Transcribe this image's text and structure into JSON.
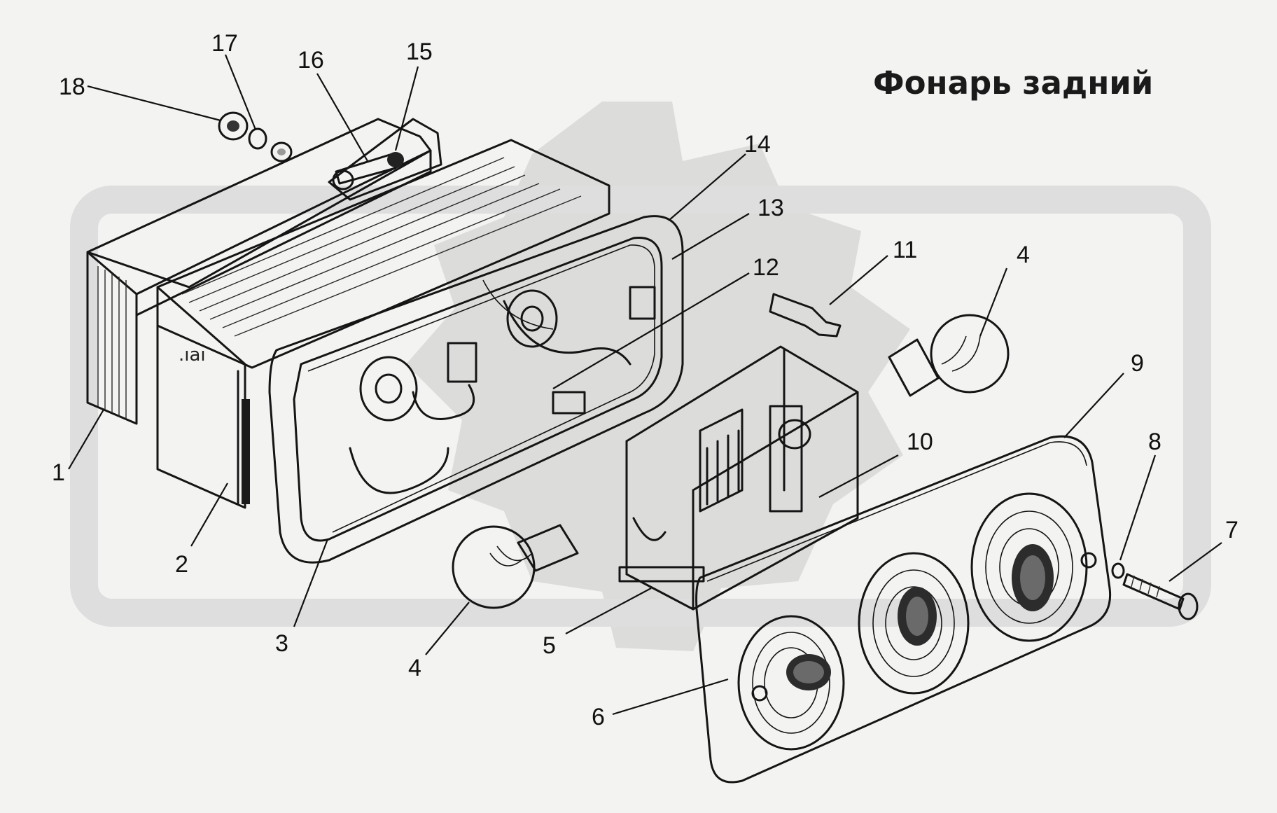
{
  "title": "Фонарь задний",
  "watermark_color": "#d9d9d7",
  "ink_color": "#151515",
  "callouts": [
    {
      "id": "1",
      "label": "1",
      "part": "housing-body"
    },
    {
      "id": "2",
      "label": "2",
      "part": "housing-inner-shell"
    },
    {
      "id": "3",
      "label": "3",
      "part": "rear-housing-frame"
    },
    {
      "id": "4a",
      "label": "4",
      "part": "lamp-bulb"
    },
    {
      "id": "4b",
      "label": "4",
      "part": "lamp-bulb"
    },
    {
      "id": "5",
      "label": "5",
      "part": "bulb-holder-plate"
    },
    {
      "id": "6",
      "label": "6",
      "part": "lens-diffuser"
    },
    {
      "id": "7",
      "label": "7",
      "part": "screw"
    },
    {
      "id": "8",
      "label": "8",
      "part": "washer"
    },
    {
      "id": "9",
      "label": "9",
      "part": "seal-gasket"
    },
    {
      "id": "10",
      "label": "10",
      "part": "contact-plate"
    },
    {
      "id": "11",
      "label": "11",
      "part": "terminal-clip"
    },
    {
      "id": "12",
      "label": "12",
      "part": "wire-harness"
    },
    {
      "id": "13",
      "label": "13",
      "part": "reflector"
    },
    {
      "id": "14",
      "label": "14",
      "part": "frame-gasket"
    },
    {
      "id": "15",
      "label": "15",
      "part": "washer"
    },
    {
      "id": "16",
      "label": "16",
      "part": "bolt"
    },
    {
      "id": "17",
      "label": "17",
      "part": "spring-washer"
    },
    {
      "id": "18",
      "label": "18",
      "part": "nut"
    }
  ]
}
